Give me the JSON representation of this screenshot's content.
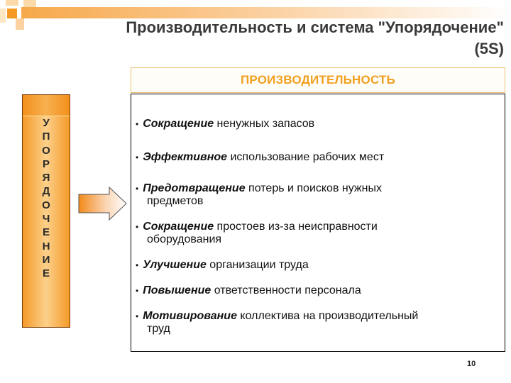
{
  "slide": {
    "title_line1": "Производительность и система \"Упорядочение\"",
    "title_line2": "(5S)",
    "header": "ПРОИЗВОДИТЕЛЬНОСТЬ",
    "side_label": "УПОРЯДОЧЕНИЕ",
    "side_letters": [
      "У",
      "П",
      "О",
      "Р",
      "Я",
      "Д",
      "О",
      "Ч",
      "Е",
      "Н",
      "И",
      "Е"
    ],
    "page_number": "10",
    "colors": {
      "accent": "#f59a2a",
      "header_text": "#f0a020",
      "title_text": "#3a3a3a"
    },
    "items": [
      {
        "keyword": "Сокращение",
        "text": " ненужных запасов",
        "cont": ""
      },
      {
        "keyword": "Эффективное",
        "text": " использование рабочих мест",
        "cont": ""
      },
      {
        "keyword": "Предотвращение",
        "text": " потерь и поисков нужных",
        "cont": "предметов"
      },
      {
        "keyword": "Сокращение",
        "text": " простоев из-за неисправности",
        "cont": "оборудования"
      },
      {
        "keyword": "Улучшение",
        "text": " организации труда",
        "cont": ""
      },
      {
        "keyword": "Повышение",
        "text": " ответственности персонала",
        "cont": ""
      },
      {
        "keyword": "Мотивирование",
        "text": " коллектива на  производительный",
        "cont": "труд"
      }
    ]
  }
}
